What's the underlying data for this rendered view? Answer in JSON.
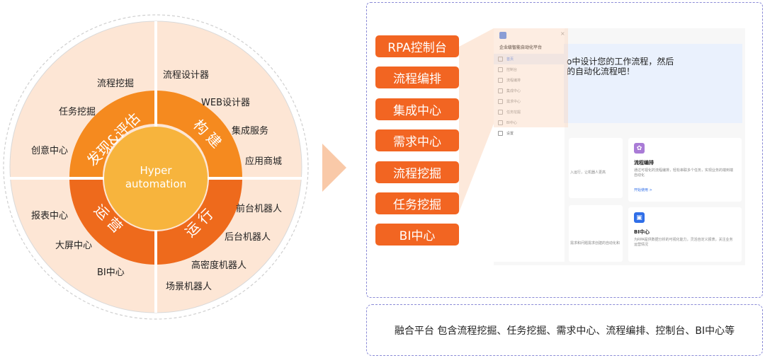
{
  "center": {
    "line1": "Hyper",
    "line2": "automation"
  },
  "quadrants": {
    "discover": {
      "label": "发现&评估",
      "items": [
        "流程挖掘",
        "任务挖掘",
        "创意中心"
      ]
    },
    "build": {
      "label": "构建",
      "items": [
        "流程设计器",
        "WEB设计器",
        "集成服务",
        "应用商城"
      ]
    },
    "operate": {
      "label": "运营",
      "items": [
        "报表中心",
        "大屏中心",
        "BI中心"
      ]
    },
    "run": {
      "label": "运行",
      "items": [
        "前台机器人",
        "后台机器人",
        "高密度机器人",
        "场景机器人"
      ]
    }
  },
  "colors": {
    "light": "#f9c9a8",
    "ring": "#f58a1f",
    "center": "#f7b43d",
    "peach": "#fde6d5",
    "btn": "#f26522",
    "border": "#8a8ad6"
  },
  "buttons": [
    "RPA控制台",
    "流程编排",
    "集成中心",
    "需求中心",
    "流程挖掘",
    "任务挖掘",
    "BI中心"
  ],
  "screenshot": {
    "app_title": "企业级智能自动化平台",
    "close": "×",
    "menu": [
      "首页",
      "控制台",
      "流程编排",
      "集成中心",
      "需求中心",
      "任务挖掘",
      "BI中心",
      "设置"
    ],
    "banner": {
      "line1": "o中设计您的工作流程，然后",
      "line2": "的自动化流程吧！"
    },
    "cards": [
      {
        "title": "流程编排",
        "desc": "通过可视化的流程编排，轻松串联多个任务，实现业务的端到端自动化",
        "link": "开始使用 >",
        "icon": "✿",
        "color": "#a97bd6"
      },
      {
        "title": "BI中心",
        "desc": "为RPA提供数据分析的可视化能力，灵活自定义报表，关注业务运营情况",
        "link": "",
        "icon": "▣",
        "color": "#2f6ee8"
      }
    ],
    "fragments": [
      "入运行，让机器人更高",
      "需求和问题需求创建的自动化和"
    ]
  },
  "caption": "融合平台 包含流程挖掘、任务挖掘、需求中心、流程编排、控制台、BI中心等"
}
